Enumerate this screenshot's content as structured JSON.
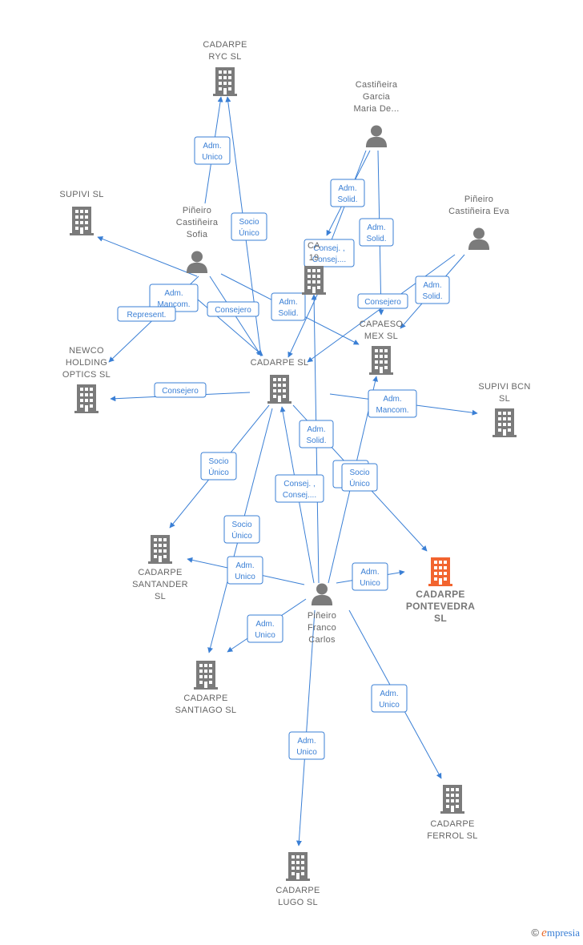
{
  "colors": {
    "edge": "#3a7fd5",
    "company": "#7b7b7b",
    "person": "#7b7b7b",
    "highlight": "#f2642f"
  },
  "nodes": [
    {
      "id": "ryc",
      "type": "company",
      "icon": "building-icon",
      "lines": [
        "CADARPE",
        "RYC  SL"
      ]
    },
    {
      "id": "cast_garcia",
      "type": "person",
      "icon": "person-icon",
      "lines": [
        "Castiñeira",
        "Garcia",
        "Maria De..."
      ]
    },
    {
      "id": "supivi",
      "type": "company",
      "icon": "building-icon",
      "lines": [
        "SUPIVI SL"
      ]
    },
    {
      "id": "pin_sofia",
      "type": "person",
      "icon": "person-icon",
      "lines": [
        "Piñeiro",
        "Castiñeira",
        "Sofia"
      ]
    },
    {
      "id": "pin_eva",
      "type": "person",
      "icon": "person-icon",
      "lines": [
        "Piñeiro",
        "Castiñeira Eva"
      ]
    },
    {
      "id": "ca19",
      "type": "company",
      "icon": "building-icon",
      "lines": [
        "CA",
        "19"
      ]
    },
    {
      "id": "newco",
      "type": "company",
      "icon": "building-icon",
      "lines": [
        "NEWCO",
        "HOLDING",
        "OPTICS SL"
      ]
    },
    {
      "id": "cadarpe",
      "type": "company",
      "icon": "building-icon",
      "lines": [
        "CADARPE SL"
      ]
    },
    {
      "id": "capaeso",
      "type": "company",
      "icon": "building-icon",
      "lines": [
        "CAPAESO",
        "MEX  SL"
      ]
    },
    {
      "id": "supivibcn",
      "type": "company",
      "icon": "building-icon",
      "lines": [
        "SUPIVI BCN",
        "SL"
      ]
    },
    {
      "id": "santander",
      "type": "company",
      "icon": "building-icon",
      "lines": [
        "CADARPE",
        "SANTANDER",
        "SL"
      ]
    },
    {
      "id": "pontevedra",
      "type": "company-highlight",
      "icon": "building-icon",
      "lines": [
        "CADARPE",
        "PONTEVEDRA",
        "SL"
      ]
    },
    {
      "id": "pin_carlos",
      "type": "person",
      "icon": "person-icon",
      "lines": [
        "Piñeiro",
        "Franco",
        "Carlos"
      ]
    },
    {
      "id": "santiago",
      "type": "company",
      "icon": "building-icon",
      "lines": [
        "CADARPE",
        "SANTIAGO  SL"
      ]
    },
    {
      "id": "ferrol",
      "type": "company",
      "icon": "building-icon",
      "lines": [
        "CADARPE",
        "FERROL  SL"
      ]
    },
    {
      "id": "lugo",
      "type": "company",
      "icon": "building-icon",
      "lines": [
        "CADARPE",
        "LUGO SL"
      ]
    }
  ],
  "relations": [
    {
      "id": "r1",
      "lines": [
        "Adm.",
        "Unico"
      ]
    },
    {
      "id": "r2",
      "lines": [
        "Socio",
        "Único"
      ]
    },
    {
      "id": "r3",
      "lines": [
        "Adm.",
        "Solid."
      ]
    },
    {
      "id": "r4",
      "lines": [
        "Adm.",
        "Solid."
      ]
    },
    {
      "id": "r5",
      "lines": [
        "Consej. ,",
        "Consej...."
      ]
    },
    {
      "id": "r6",
      "lines": [
        "Adm.",
        "Solid."
      ]
    },
    {
      "id": "r7",
      "lines": [
        "Adm.",
        "Mancom."
      ]
    },
    {
      "id": "r8",
      "lines": [
        "Represent."
      ]
    },
    {
      "id": "r9",
      "lines": [
        "Consejero"
      ]
    },
    {
      "id": "r10",
      "lines": [
        "Adm.",
        "Solid."
      ]
    },
    {
      "id": "r11",
      "lines": [
        "Consejero"
      ]
    },
    {
      "id": "r12",
      "lines": [
        "Consejero"
      ]
    },
    {
      "id": "r13",
      "lines": [
        "Adm.",
        "Mancom."
      ]
    },
    {
      "id": "r14",
      "lines": [
        "Adm.",
        "Solid."
      ]
    },
    {
      "id": "r15",
      "lines": [
        "Socio",
        "Único"
      ]
    },
    {
      "id": "r16",
      "lines": [
        "Consej. ,",
        "Consej...."
      ]
    },
    {
      "id": "r17",
      "lines": [
        "Adm.",
        "S..."
      ]
    },
    {
      "id": "r18",
      "lines": [
        "Socio",
        "Único"
      ]
    },
    {
      "id": "r19",
      "lines": [
        "Socio",
        "Único"
      ]
    },
    {
      "id": "r20",
      "lines": [
        "Adm.",
        "Unico"
      ]
    },
    {
      "id": "r21",
      "lines": [
        "Adm.",
        "Unico"
      ]
    },
    {
      "id": "r22",
      "lines": [
        "Adm.",
        "Unico"
      ]
    },
    {
      "id": "r23",
      "lines": [
        "Adm.",
        "Unico"
      ]
    },
    {
      "id": "r24",
      "lines": [
        "Adm.",
        "Unico"
      ]
    }
  ],
  "footer": {
    "copyright_symbol": "©",
    "brand_initial": "e",
    "brand_rest": "mpresia"
  }
}
